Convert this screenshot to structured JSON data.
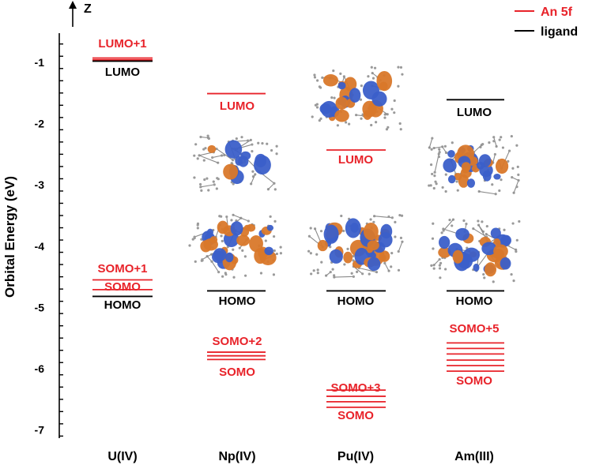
{
  "chart_data": {
    "type": "energy-level-diagram",
    "ylabel": "Orbital Energy (eV)",
    "axis_arrow_label": "Z",
    "ylim": [
      -7.1,
      -0.7
    ],
    "yticks": [
      -1,
      -2,
      -3,
      -4,
      -5,
      -6,
      -7
    ],
    "ytick_labels": [
      "-1",
      "-2",
      "-3",
      "-4",
      "-5",
      "-6",
      "-7"
    ],
    "legend": [
      {
        "label": "An 5f",
        "color": "#e8232a"
      },
      {
        "label": "ligand",
        "color": "#000000"
      }
    ],
    "colors": {
      "an5f": "#e8232a",
      "ligand": "#000000",
      "orbital_lobe_orange": "#d9782a",
      "orbital_lobe_blue": "#3b5fc9"
    },
    "columns": [
      {
        "name": "U(IV)",
        "levels": [
          {
            "energy": -0.93,
            "kind": "an5f"
          },
          {
            "energy": -0.96,
            "kind": "an5f"
          },
          {
            "energy": -0.98,
            "kind": "ligand"
          },
          {
            "energy": -4.55,
            "kind": "an5f"
          },
          {
            "energy": -4.71,
            "kind": "an5f"
          },
          {
            "energy": -4.82,
            "kind": "ligand"
          }
        ],
        "labels": [
          {
            "text": "LUMO+1",
            "kind": "an5f"
          },
          {
            "text": "LUMO",
            "kind": "ligand"
          },
          {
            "text": "SOMO+1",
            "kind": "an5f"
          },
          {
            "text": "SOMO",
            "kind": "an5f"
          },
          {
            "text": "HOMO",
            "kind": "ligand"
          }
        ]
      },
      {
        "name": "Np(IV)",
        "levels": [
          {
            "energy": -1.51,
            "kind": "an5f"
          },
          {
            "energy": -4.73,
            "kind": "ligand"
          },
          {
            "energy": -5.73,
            "kind": "an5f"
          },
          {
            "energy": -5.79,
            "kind": "an5f"
          },
          {
            "energy": -5.85,
            "kind": "an5f"
          }
        ],
        "labels": [
          {
            "text": "LUMO",
            "kind": "an5f"
          },
          {
            "text": "HOMO",
            "kind": "ligand"
          },
          {
            "text": "SOMO+2",
            "kind": "an5f"
          },
          {
            "text": "SOMO",
            "kind": "an5f"
          }
        ]
      },
      {
        "name": "Pu(IV)",
        "levels": [
          {
            "energy": -2.43,
            "kind": "an5f"
          },
          {
            "energy": -4.73,
            "kind": "ligand"
          },
          {
            "energy": -6.35,
            "kind": "an5f"
          },
          {
            "energy": -6.45,
            "kind": "an5f"
          },
          {
            "energy": -6.54,
            "kind": "an5f"
          },
          {
            "energy": -6.63,
            "kind": "an5f"
          }
        ],
        "labels": [
          {
            "text": "LUMO",
            "kind": "an5f"
          },
          {
            "text": "HOMO",
            "kind": "ligand"
          },
          {
            "text": "SOMO+3",
            "kind": "an5f"
          },
          {
            "text": "SOMO",
            "kind": "an5f"
          }
        ]
      },
      {
        "name": "Am(III)",
        "levels": [
          {
            "energy": -1.61,
            "kind": "ligand"
          },
          {
            "energy": -4.73,
            "kind": "ligand"
          },
          {
            "energy": -5.58,
            "kind": "an5f"
          },
          {
            "energy": -5.67,
            "kind": "an5f"
          },
          {
            "energy": -5.76,
            "kind": "an5f"
          },
          {
            "energy": -5.86,
            "kind": "an5f"
          },
          {
            "energy": -5.95,
            "kind": "an5f"
          },
          {
            "energy": -6.04,
            "kind": "an5f"
          }
        ],
        "labels": [
          {
            "text": "LUMO",
            "kind": "ligand"
          },
          {
            "text": "HOMO",
            "kind": "ligand"
          },
          {
            "text": "SOMO+5",
            "kind": "an5f"
          },
          {
            "text": "SOMO",
            "kind": "an5f"
          }
        ]
      }
    ]
  }
}
